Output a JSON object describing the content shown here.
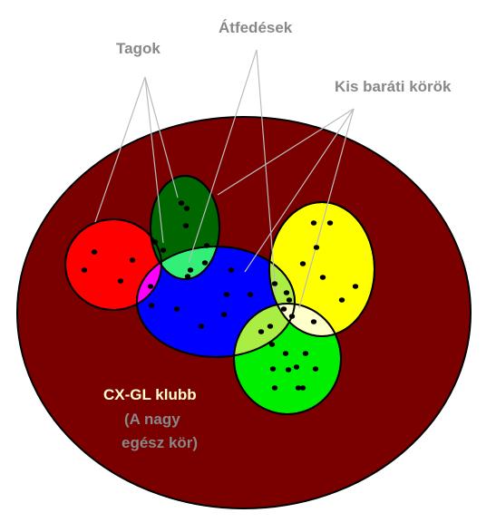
{
  "labels": {
    "members": "Tagok",
    "overlaps": "Átfedések",
    "small_circles": "Kis baráti körök",
    "club_name": "CX-GL klubb",
    "club_note_line1": "(A nagy",
    "club_note_line2": "egész kör)"
  },
  "colors": {
    "background": "#ffffff",
    "club": "#7a0000",
    "red_circle": "#ff0000",
    "dark_green_circle": "#006600",
    "blue_circle": "#0000ff",
    "yellow_circle": "#ffff00",
    "green_circle": "#00ee00",
    "overlap_magenta": "#ff00ff",
    "overlap_light_green": "#33ee77",
    "overlap_yellow_green": "#aaee44",
    "overlap_light_yellow": "#ffffcc",
    "label_gray": "#888888",
    "club_label": "#ffffcc",
    "member_dot": "#000000",
    "pointer_line": "#bbbbbb"
  }
}
